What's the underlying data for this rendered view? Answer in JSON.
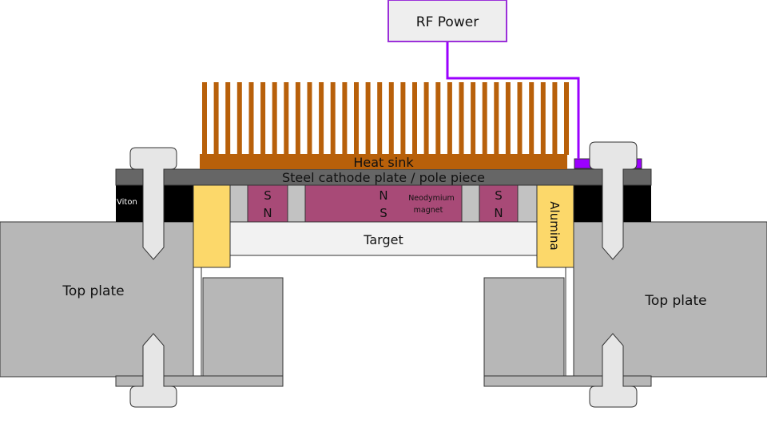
{
  "labels": {
    "rf_power": "RF Power",
    "heat_sink": "Heat sink",
    "cathode_plate": "Steel cathode plate / pole piece",
    "viton": "Viton",
    "magnet_left_top": "S",
    "magnet_left_bottom": "N",
    "magnet_center_top": "N",
    "magnet_center_bottom": "S",
    "magnet_right_top": "S",
    "magnet_right_bottom": "N",
    "neodymium_line1": "Neodymium",
    "neodymium_line2": "magnet",
    "alumina": "Alumina",
    "target": "Target",
    "top_plate_left": "Top plate",
    "top_plate_right": "Top plate"
  },
  "colors": {
    "rf_wire": "#9b00ff",
    "rf_box_border": "#9b30d9",
    "heat_sink": "#b8600a",
    "cathode_plate": "#666666",
    "viton": "#000000",
    "alumina": "#fcd86a",
    "magnet": "#a84a77",
    "spacer": "#c2c2c2",
    "plate_gray": "#b7b7b7",
    "bolt": "#e6e6e6",
    "target": "#f2f2f2"
  },
  "heat_sink_fin_count": 32
}
